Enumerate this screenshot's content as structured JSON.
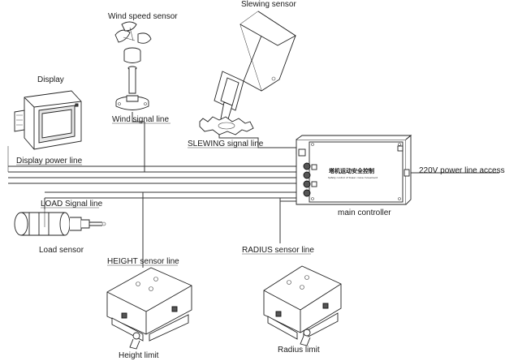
{
  "labels": {
    "wind_speed_sensor": "Wind speed sensor",
    "slewing_sensor": "Slewing sensor",
    "display": "Display",
    "wind_signal_line": "Wind signal line",
    "slewing_signal_line": "SLEWING signal line",
    "display_power_line": "Display power line",
    "power_access": "220V power line access",
    "main_controller": "main controller",
    "load_signal_line": "LOAD Signal line",
    "load_sensor": "Load sensor",
    "height_sensor_line": "HEIGHT sensor line",
    "radius_sensor_line": "RADIUS sensor line",
    "height_limit": "Height limit",
    "radius_limit": "Radius limit"
  },
  "controller": {
    "title_cn": "塔机运动安全控制",
    "subtitle": "Safety control of tower crane movement"
  },
  "colors": {
    "line": "#333333",
    "text": "#1a1a1a",
    "background": "#ffffff"
  }
}
